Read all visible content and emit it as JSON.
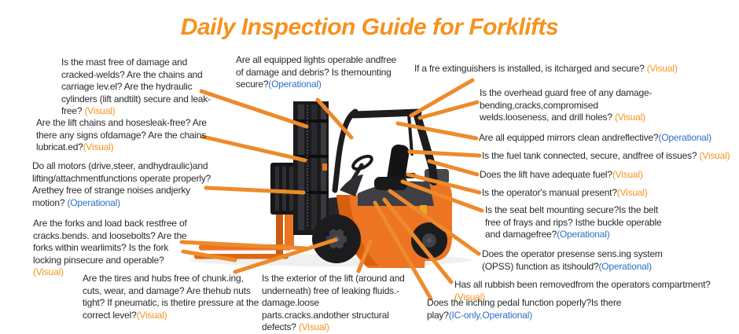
{
  "title": "Daily Inspection Guide for Forklifts",
  "colors": {
    "title_orange": "#F6921E",
    "visual_tag_orange": "#F6921E",
    "operational_tag_blue": "#2F6FC4",
    "leader_line_orange": "#EE8A2B",
    "forklift_body_orange": "#ED7422"
  },
  "items": [
    {
      "text": "Is the mast free of damage and cracked-welds? Are the chains and carriage lev.el? Are the hydraulic cylinders (lift andtilt) secure and leak-free? ",
      "tag": "(Visual)",
      "tag_class": "tag-visual"
    },
    {
      "text": "Are the lift chains and hosesleak-free? Are there any signs ofdamage? Are the chains lubricat.ed?",
      "tag": "(Visual)",
      "tag_class": "tag-visual"
    },
    {
      "text": "Do all motors (drive,steer, andhydraulic)and lifting/attachmentfunctions operate properly? Arethey free of strange noises andjerky motion? ",
      "tag": "(Operational)",
      "tag_class": "tag-operational"
    },
    {
      "text": "Are the forks and load back restfree of cracks.bends. and loosebolts? Are the forks within wearlimits? Is the fork locking pinsecure and operable? ",
      "tag": "(Visual)",
      "tag_class": "tag-visual"
    },
    {
      "text": "Are the tires and hubs free of chunk.ing, cuts, wear, and damage? Are thehub nuts tight? If pneumatic, is thetire pressure at the correct level?",
      "tag": "(Visual)",
      "tag_class": "tag-visual"
    },
    {
      "text": "Are all equipped lights operable andfree of damage and debris? Is themounting secure?",
      "tag": "(Operational)",
      "tag_class": "tag-operational"
    },
    {
      "text": "Is the exterior of the lift (around and underneath) free of leaking fluids.-damage.loose parts.cracks.andother structural defects? ",
      "tag": "(Visual)",
      "tag_class": "tag-visual"
    },
    {
      "text": "If a fre extinguishers is installed, is itcharged and secure? ",
      "tag": "(Visual)",
      "tag_class": "tag-visual"
    },
    {
      "text": "Is the overhead guard free of any damage-bending,cracks,compromised welds.looseness, and drill holes?  ",
      "tag": "(Visual)",
      "tag_class": "tag-visual"
    },
    {
      "text": "Are all equipped mirrors clean andreflective?",
      "tag": "(Operational)",
      "tag_class": "tag-operational"
    },
    {
      "text": "Is the fuel tank connected, secure, andfree of issues? ",
      "tag": "(Visual)",
      "tag_class": "tag-visual"
    },
    {
      "text": "Does the lift have adequate fuel?",
      "tag": "(Visual)",
      "tag_class": "tag-visual"
    },
    {
      "text": "Is the operator's manual present?",
      "tag": "(Visual)",
      "tag_class": "tag-visual"
    },
    {
      "text": "Is the seat belt mounting secure?Is the belt free of frays and rips? Isthe buckle operable and damagefree?",
      "tag": "(Operational)",
      "tag_class": "tag-operational"
    },
    {
      "text": "Does the operator presense sens.ing system (OPSS) function as itshould?",
      "tag": "(Operational)",
      "tag_class": "tag-operational"
    },
    {
      "text": "Has all rubbish been removedfrom the operators compartment?",
      "tag": "(Visual)",
      "tag_class": "tag-visual"
    },
    {
      "text": "Does the inching pedal function poperly?Is there play?",
      "tag": "(IC-only,Operational)",
      "tag_class": "tag-operational"
    }
  ]
}
